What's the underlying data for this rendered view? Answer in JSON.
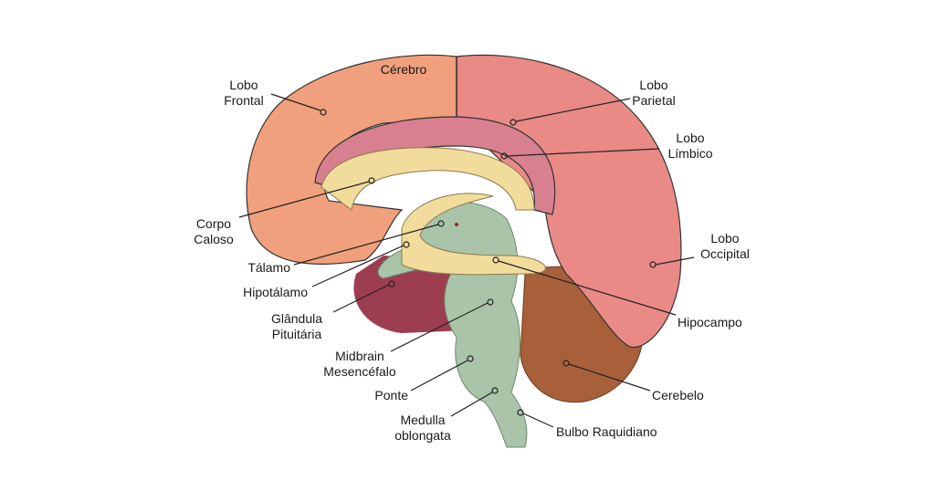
{
  "labels": {
    "cerebro": "Cérebro",
    "lobo_frontal": [
      "Lobo",
      "Frontal"
    ],
    "lobo_parietal": [
      "Lobo",
      "Parietal"
    ],
    "lobo_limbico": [
      "Lobo",
      "Límbico"
    ],
    "corpo_caloso": [
      "Corpo",
      "Caloso"
    ],
    "talamo": "Tálamo",
    "hipotalamo": "Hipotálamo",
    "glandula_pituitaria": [
      "Glândula",
      "Pituitária"
    ],
    "midbrain": [
      "Midbrain",
      "Mesencéfalo"
    ],
    "ponte": "Ponte",
    "medulla": [
      "Medulla",
      "oblongata"
    ],
    "lobo_occipital": [
      "Lobo",
      "Occipital"
    ],
    "hipocampo": "Hipocampo",
    "cerebelo": "Cerebelo",
    "bulbo": "Bulbo Raquidiano"
  },
  "colors": {
    "frontal": "#f0a07c",
    "parietal": "#e98a86",
    "limbic": "#d88090",
    "callosum": "#f2dc9c",
    "brainstem": "#a9c4a8",
    "cerebellum": "#a8603a",
    "inner": "#9c3e50"
  }
}
